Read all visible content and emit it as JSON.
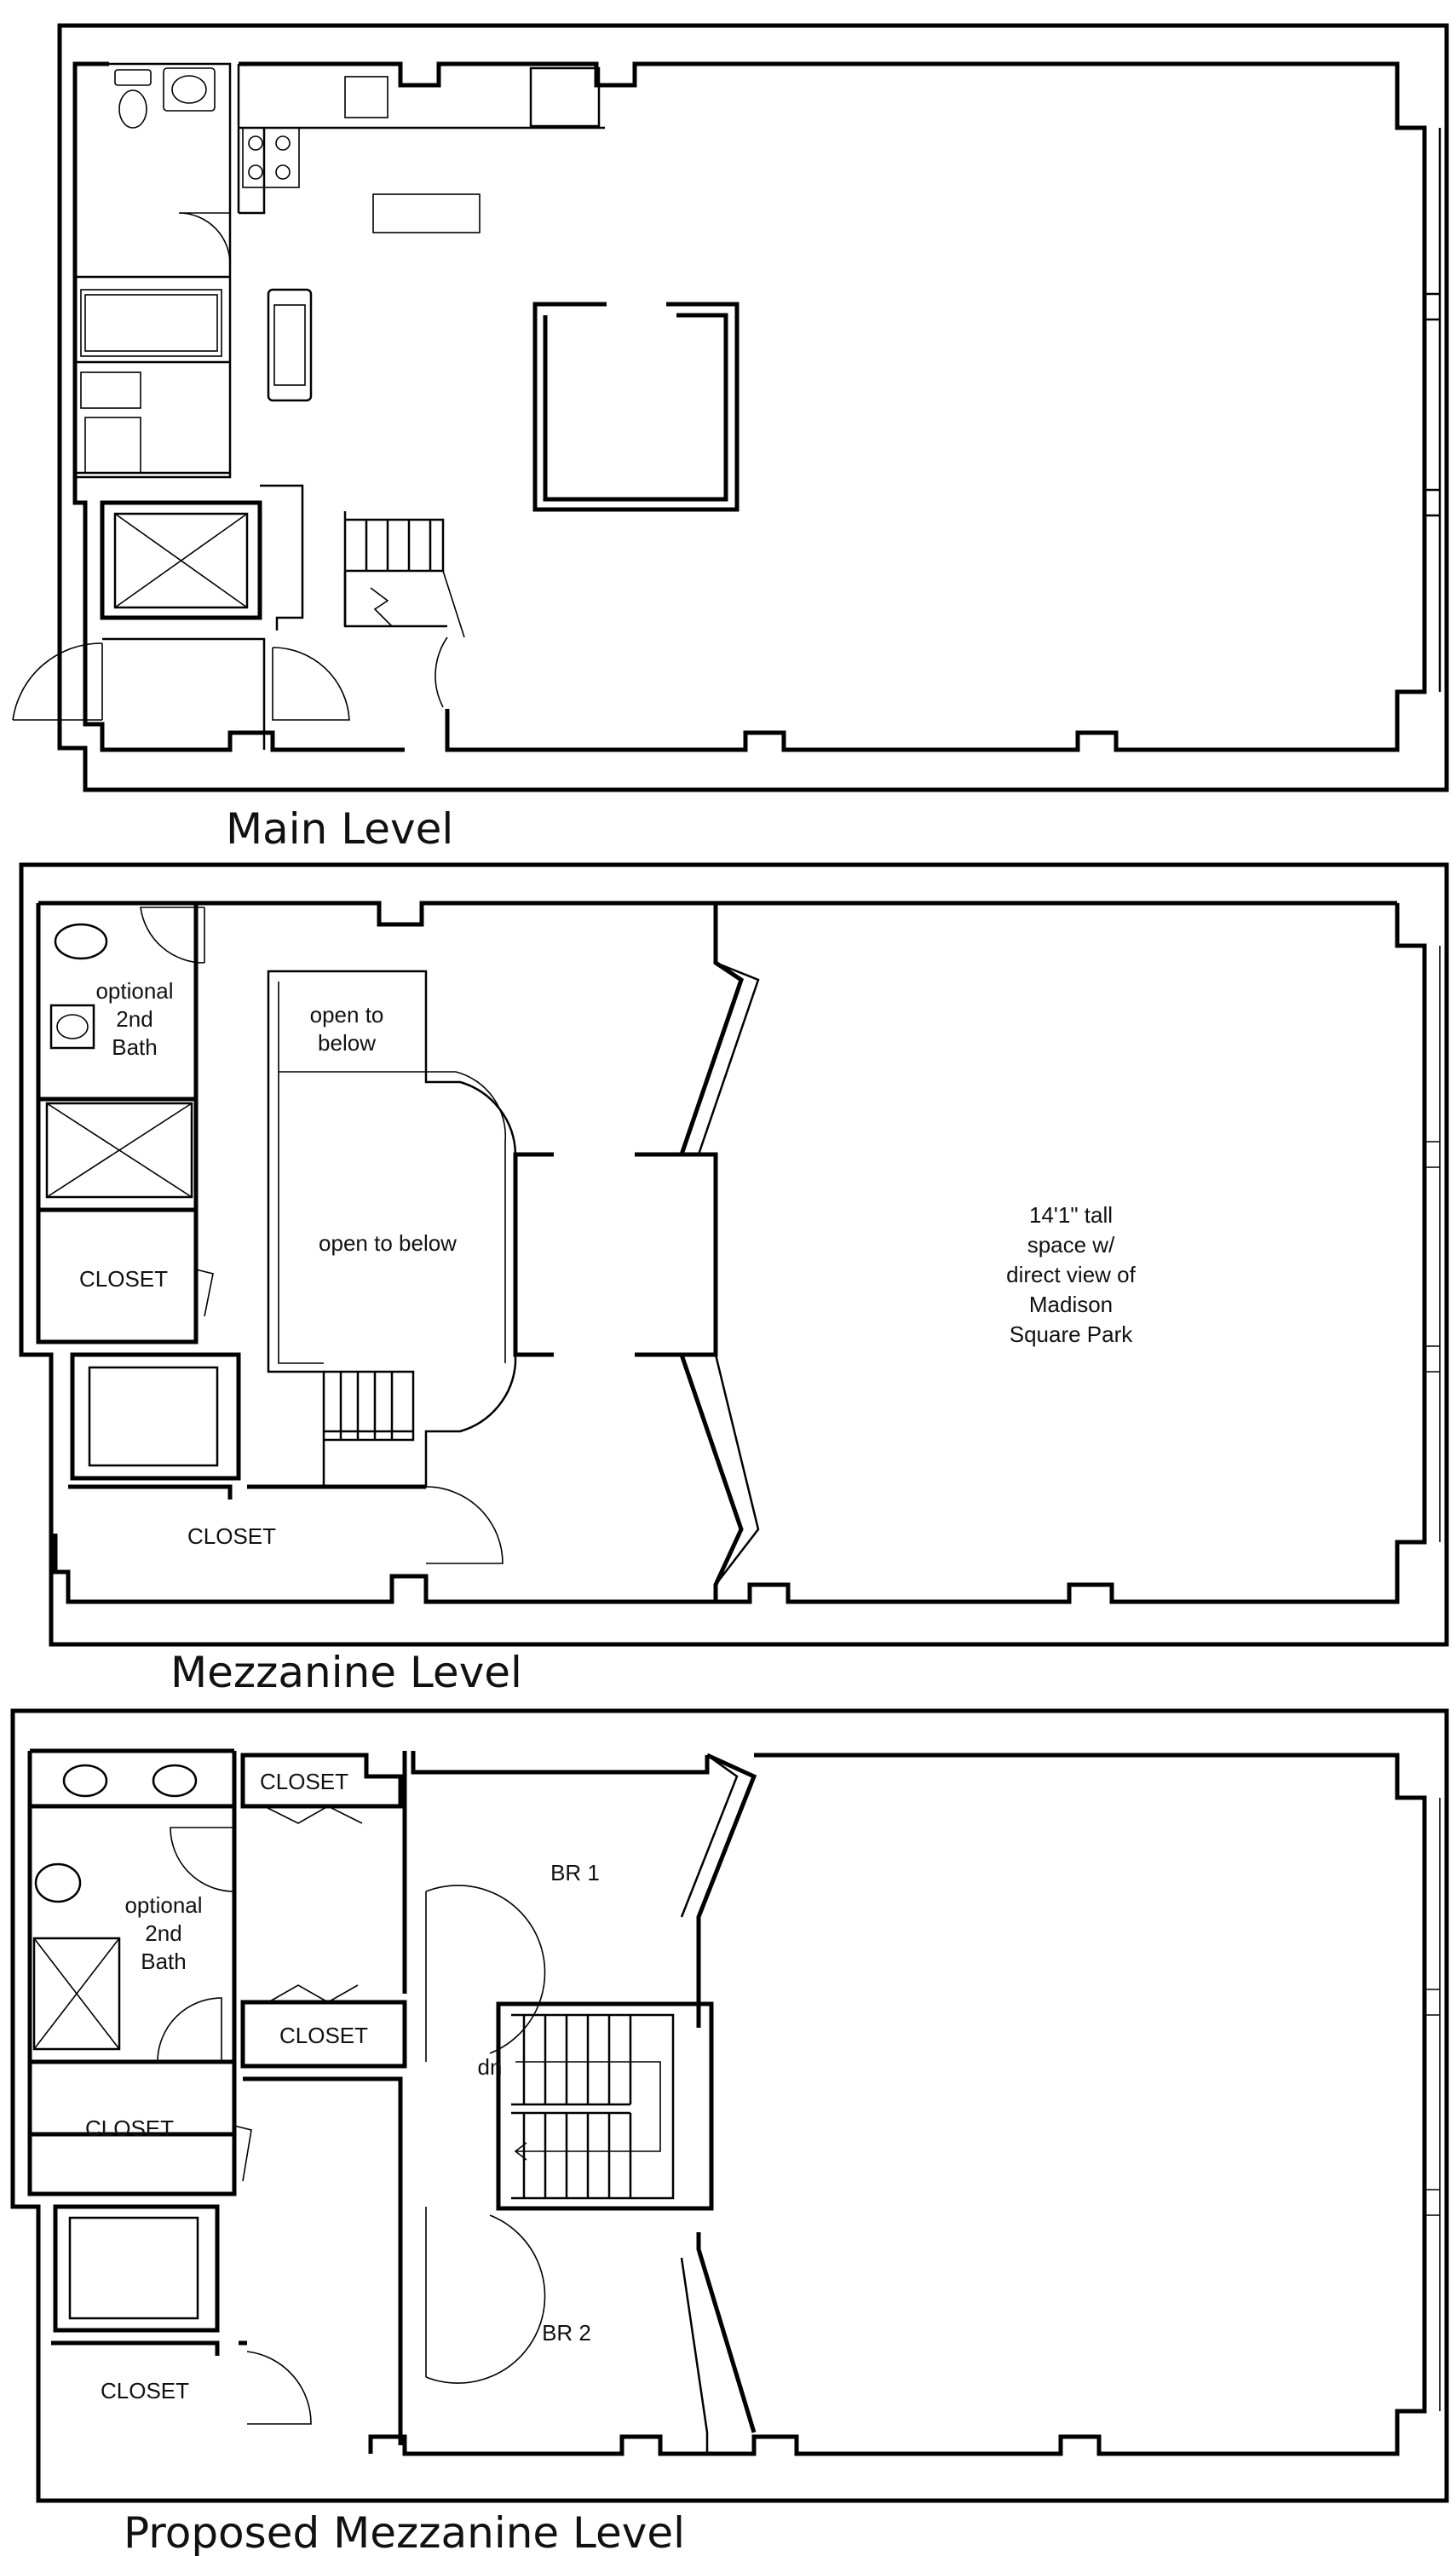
{
  "levels": [
    {
      "title": "Main Level"
    },
    {
      "title": "Mezzanine Level"
    },
    {
      "title": "Proposed Mezzanine Level"
    }
  ],
  "mezzanine": {
    "rooms": {
      "optional_bath": [
        "optional",
        "2nd",
        "Bath"
      ],
      "open_to_below_small": [
        "open to",
        "below"
      ],
      "open_to_below": "open to below",
      "closet_a": "CLOSET",
      "closet_b": "CLOSET",
      "tall_space": [
        "14'1\" tall",
        "space w/",
        "direct view of",
        "Madison",
        "Square Park"
      ]
    }
  },
  "proposed": {
    "rooms": {
      "closet_top": "CLOSET",
      "br1": "BR 1",
      "optional_bath": [
        "optional",
        "2nd",
        "Bath"
      ],
      "closet_mid": "CLOSET",
      "stairs_dn": "dn",
      "closet_left": "CLOSET",
      "br2": "BR 2",
      "closet_bottom": "CLOSET"
    }
  }
}
